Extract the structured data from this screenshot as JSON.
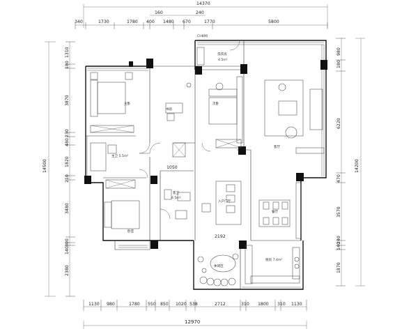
{
  "plan": {
    "top_total": "14370",
    "top_upper": [
      "160",
      "240"
    ],
    "top_row": [
      "340",
      "1730",
      "1780",
      "400",
      "1480",
      "670",
      "1770",
      "5800"
    ],
    "top_small_note": "CH890",
    "bottom_row": [
      "1130",
      "980",
      "1780",
      "550",
      "850",
      "1020",
      "538",
      "2712",
      "310",
      "1800",
      "310",
      "1130"
    ],
    "bottom_total": "12970",
    "left_total": "14500",
    "left_col": [
      "1310",
      "180",
      "3870",
      "230",
      "480",
      "1820",
      "210",
      "3480",
      "300",
      "140",
      "2380"
    ],
    "right_total": "14200",
    "right_col": [
      "980",
      "180",
      "6220",
      "470",
      "3570",
      "240",
      "140",
      "1870"
    ],
    "mid_dims": [
      "1050",
      "2192"
    ],
    "rooms": {
      "laundry": "洗衣房",
      "laundry_area": "4.5m²",
      "master": "主卧",
      "study": "书房",
      "bed2": "次卧",
      "bath_main": "主卫 5.5m²",
      "bath_guest": "客卫",
      "bath_guest_area": "4.5m²",
      "bed3": "卧室",
      "living": "客厅",
      "dining": "餐厅",
      "kitchen": "厨房 7.4m²",
      "garden": "休闲区",
      "entry": "入户门厅"
    }
  }
}
